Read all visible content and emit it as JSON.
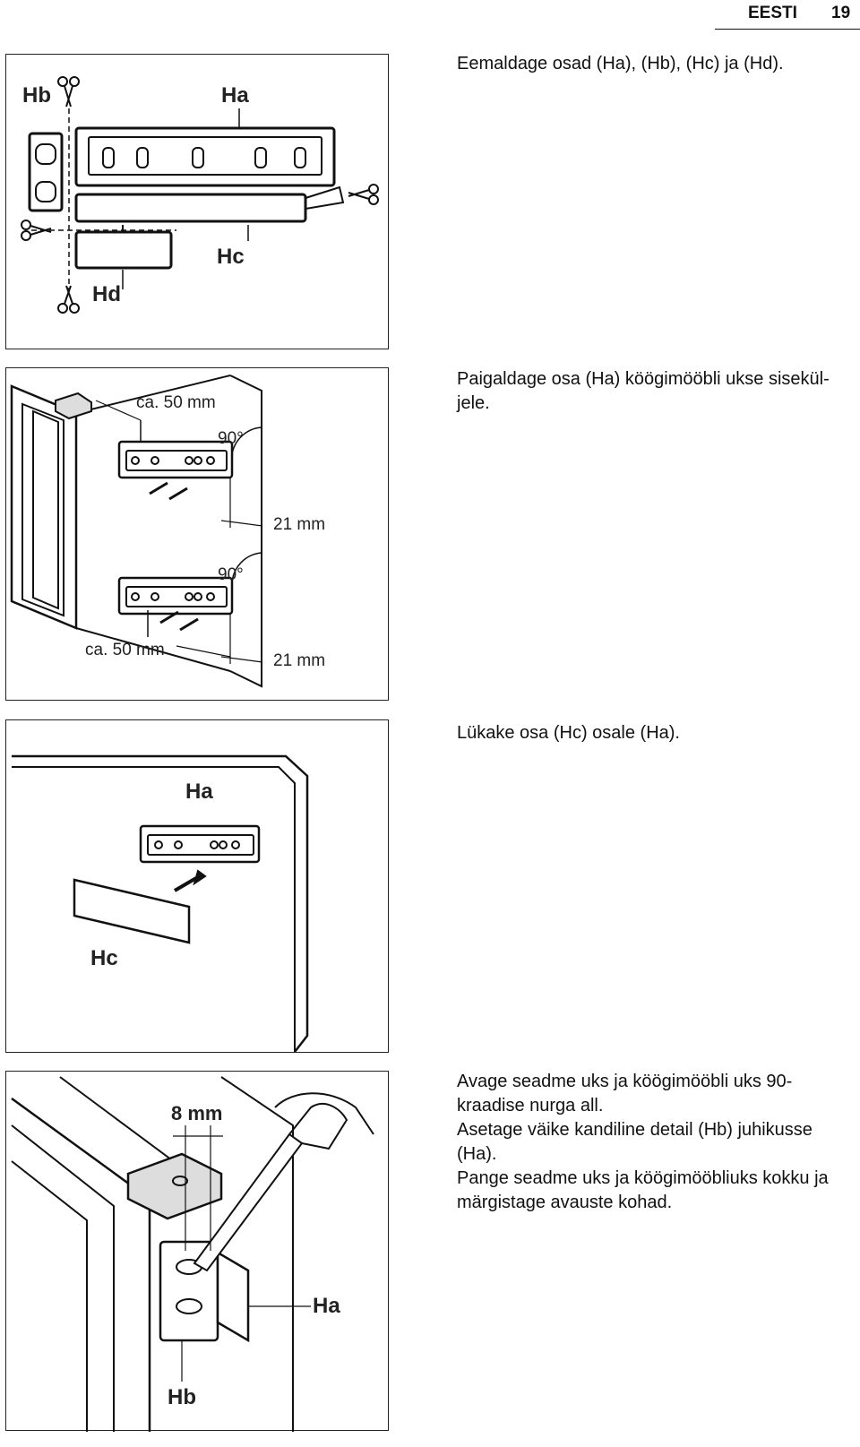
{
  "header": {
    "language": "EESTI",
    "page_number": "19"
  },
  "figure1": {
    "label_hb": "Hb",
    "label_ha": "Ha",
    "label_hc": "Hc",
    "label_hd": "Hd"
  },
  "figure2": {
    "dim_top": "ca. 50 mm",
    "dim_bottom": "ca. 50 mm",
    "angle_top": "90°",
    "angle_bottom": "90°",
    "offset_top": "21 mm",
    "offset_bottom": "21 mm"
  },
  "figure3": {
    "label_ha": "Ha",
    "label_hc": "Hc"
  },
  "figure4": {
    "dim_gap": "8 mm",
    "label_ha": "Ha",
    "label_hb": "Hb"
  },
  "steps": [
    {
      "lines": [
        "Eemaldage osad (Ha), (Hb), (Hc) ja (Hd)."
      ]
    },
    {
      "lines": [
        "Paigaldage osa (Ha) köögimööbli ukse sisekül-",
        "jele."
      ]
    },
    {
      "lines": [
        "Lükake osa (Hc) osale (Ha)."
      ]
    },
    {
      "lines": [
        "Avage seadme uks ja köögimööbli uks 90-",
        "kraadise nurga all.",
        "Asetage väike kandiline detail (Hb) juhikusse",
        "(Ha).",
        "Pange seadme uks ja köögimööbliuks kokku ja",
        "märgistage avauste kohad."
      ]
    }
  ]
}
